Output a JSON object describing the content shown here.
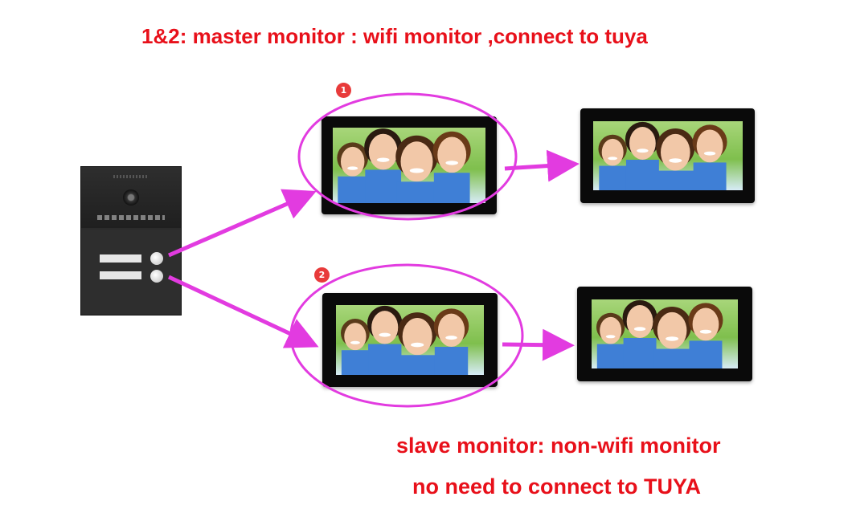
{
  "title": "1&2: master monitor : wifi monitor ,connect to tuya",
  "slave_line1": "slave monitor: non-wifi monitor",
  "slave_line2": "no need to connect to  TUYA",
  "badges": [
    "1",
    "2"
  ],
  "colors": {
    "caption": "#e8101a",
    "highlight": "#e23be0",
    "badge": "#e83a3a"
  },
  "icons": [
    "door-station",
    "camera-icon",
    "call-button",
    "master-monitor",
    "slave-monitor",
    "family-photo"
  ]
}
